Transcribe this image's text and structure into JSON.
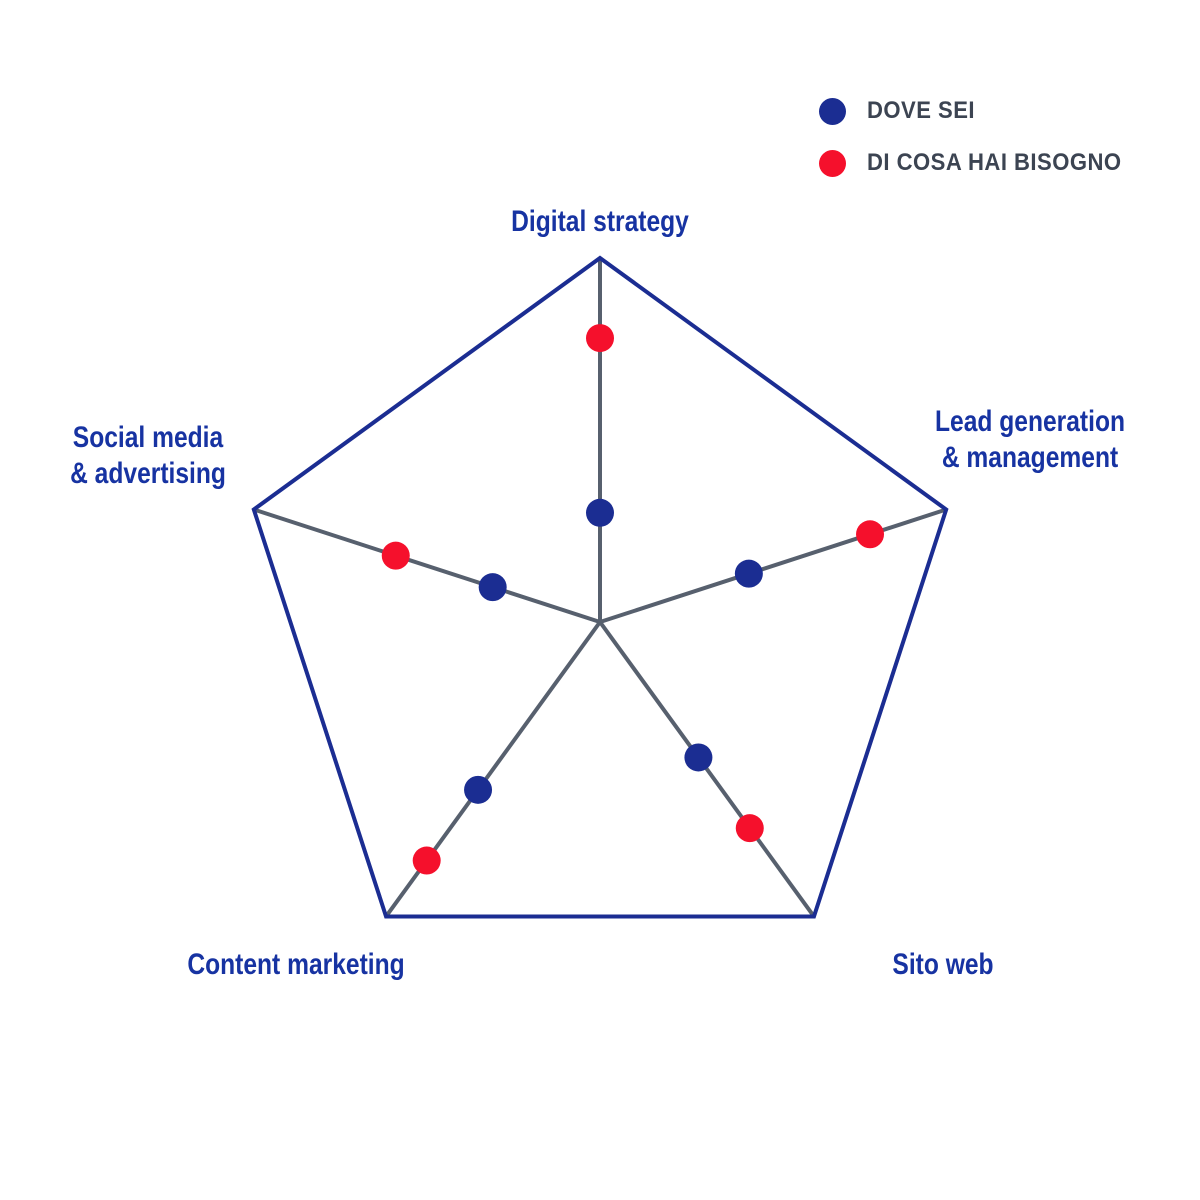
{
  "colors": {
    "background": "#ffffff",
    "axis_label": "#1733a2",
    "legend_text": "#3c4452",
    "pentagon_outline": "#1b2d92",
    "spoke": "#57606e",
    "series_blue": "#1b2d92",
    "series_red": "#f5102c"
  },
  "legend": {
    "items": [
      {
        "label": "DOVE SEI",
        "color": "#1b2d92",
        "swatch": "circle-icon"
      },
      {
        "label": "DI COSA HAI BISOGNO",
        "color": "#f5102c",
        "swatch": "circle-icon"
      }
    ]
  },
  "chart_data": {
    "type": "scatter",
    "subtype": "radar-dots-on-spokes",
    "title": "",
    "categories": [
      "Digital strategy",
      "Lead generation\n& management",
      "Sito web",
      "Content marketing",
      "Social media\n& advertising"
    ],
    "series": [
      {
        "name": "DOVE SEI",
        "color": "#1b2d92",
        "values": [
          0.3,
          0.43,
          0.46,
          0.57,
          0.31
        ]
      },
      {
        "name": "DI COSA HAI BISOGNO",
        "color": "#f5102c",
        "values": [
          0.78,
          0.78,
          0.7,
          0.81,
          0.59
        ]
      }
    ],
    "value_range": [
      0,
      1
    ],
    "grid": {
      "outline": "pentagon",
      "outline_color": "#1b2d92",
      "spoke_color": "#57606e",
      "inner_levels": 0
    },
    "legend_position": "top-right",
    "geometry": {
      "center_x": 600,
      "center_y": 622,
      "radius": 364,
      "dot_radius": 14,
      "stroke_width": 4,
      "start_angle_deg": -90,
      "step_deg": 72
    }
  },
  "axis_label_positions": [
    {
      "cx": 600,
      "top": 204
    },
    {
      "cx": 1030,
      "top": 404
    },
    {
      "cx": 943,
      "top": 947
    },
    {
      "cx": 296,
      "top": 947
    },
    {
      "cx": 148,
      "top": 420
    }
  ]
}
